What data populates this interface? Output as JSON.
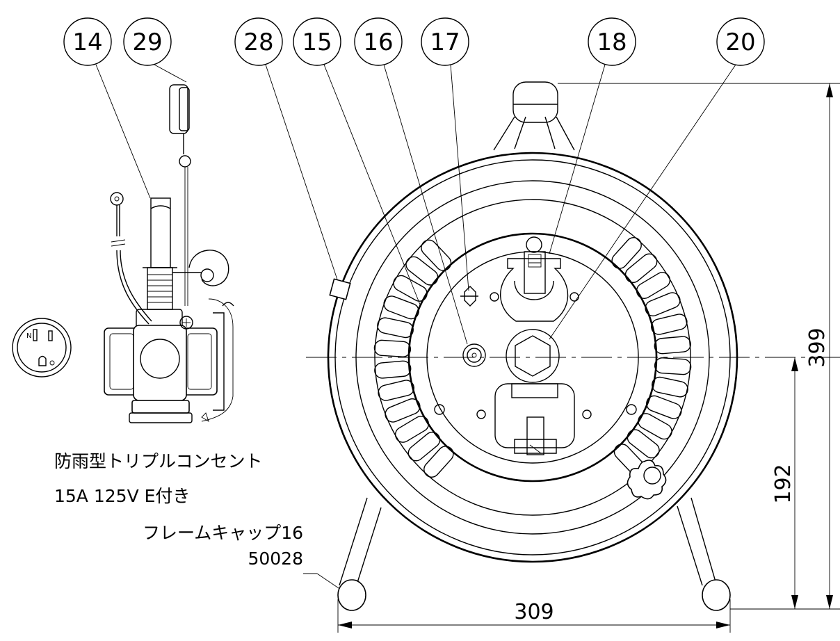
{
  "callouts": [
    "14",
    "29",
    "28",
    "15",
    "16",
    "17",
    "18",
    "20"
  ],
  "labels": {
    "product_name": "防雨型トリプルコンセント",
    "rating": "15A 125V E付き",
    "frame_cap": "フレームキャップ16",
    "frame_cap_code": "50028",
    "outlet_n": "N"
  },
  "dimensions": {
    "total_height": "399",
    "axis_height": "192",
    "base_width": "309"
  }
}
